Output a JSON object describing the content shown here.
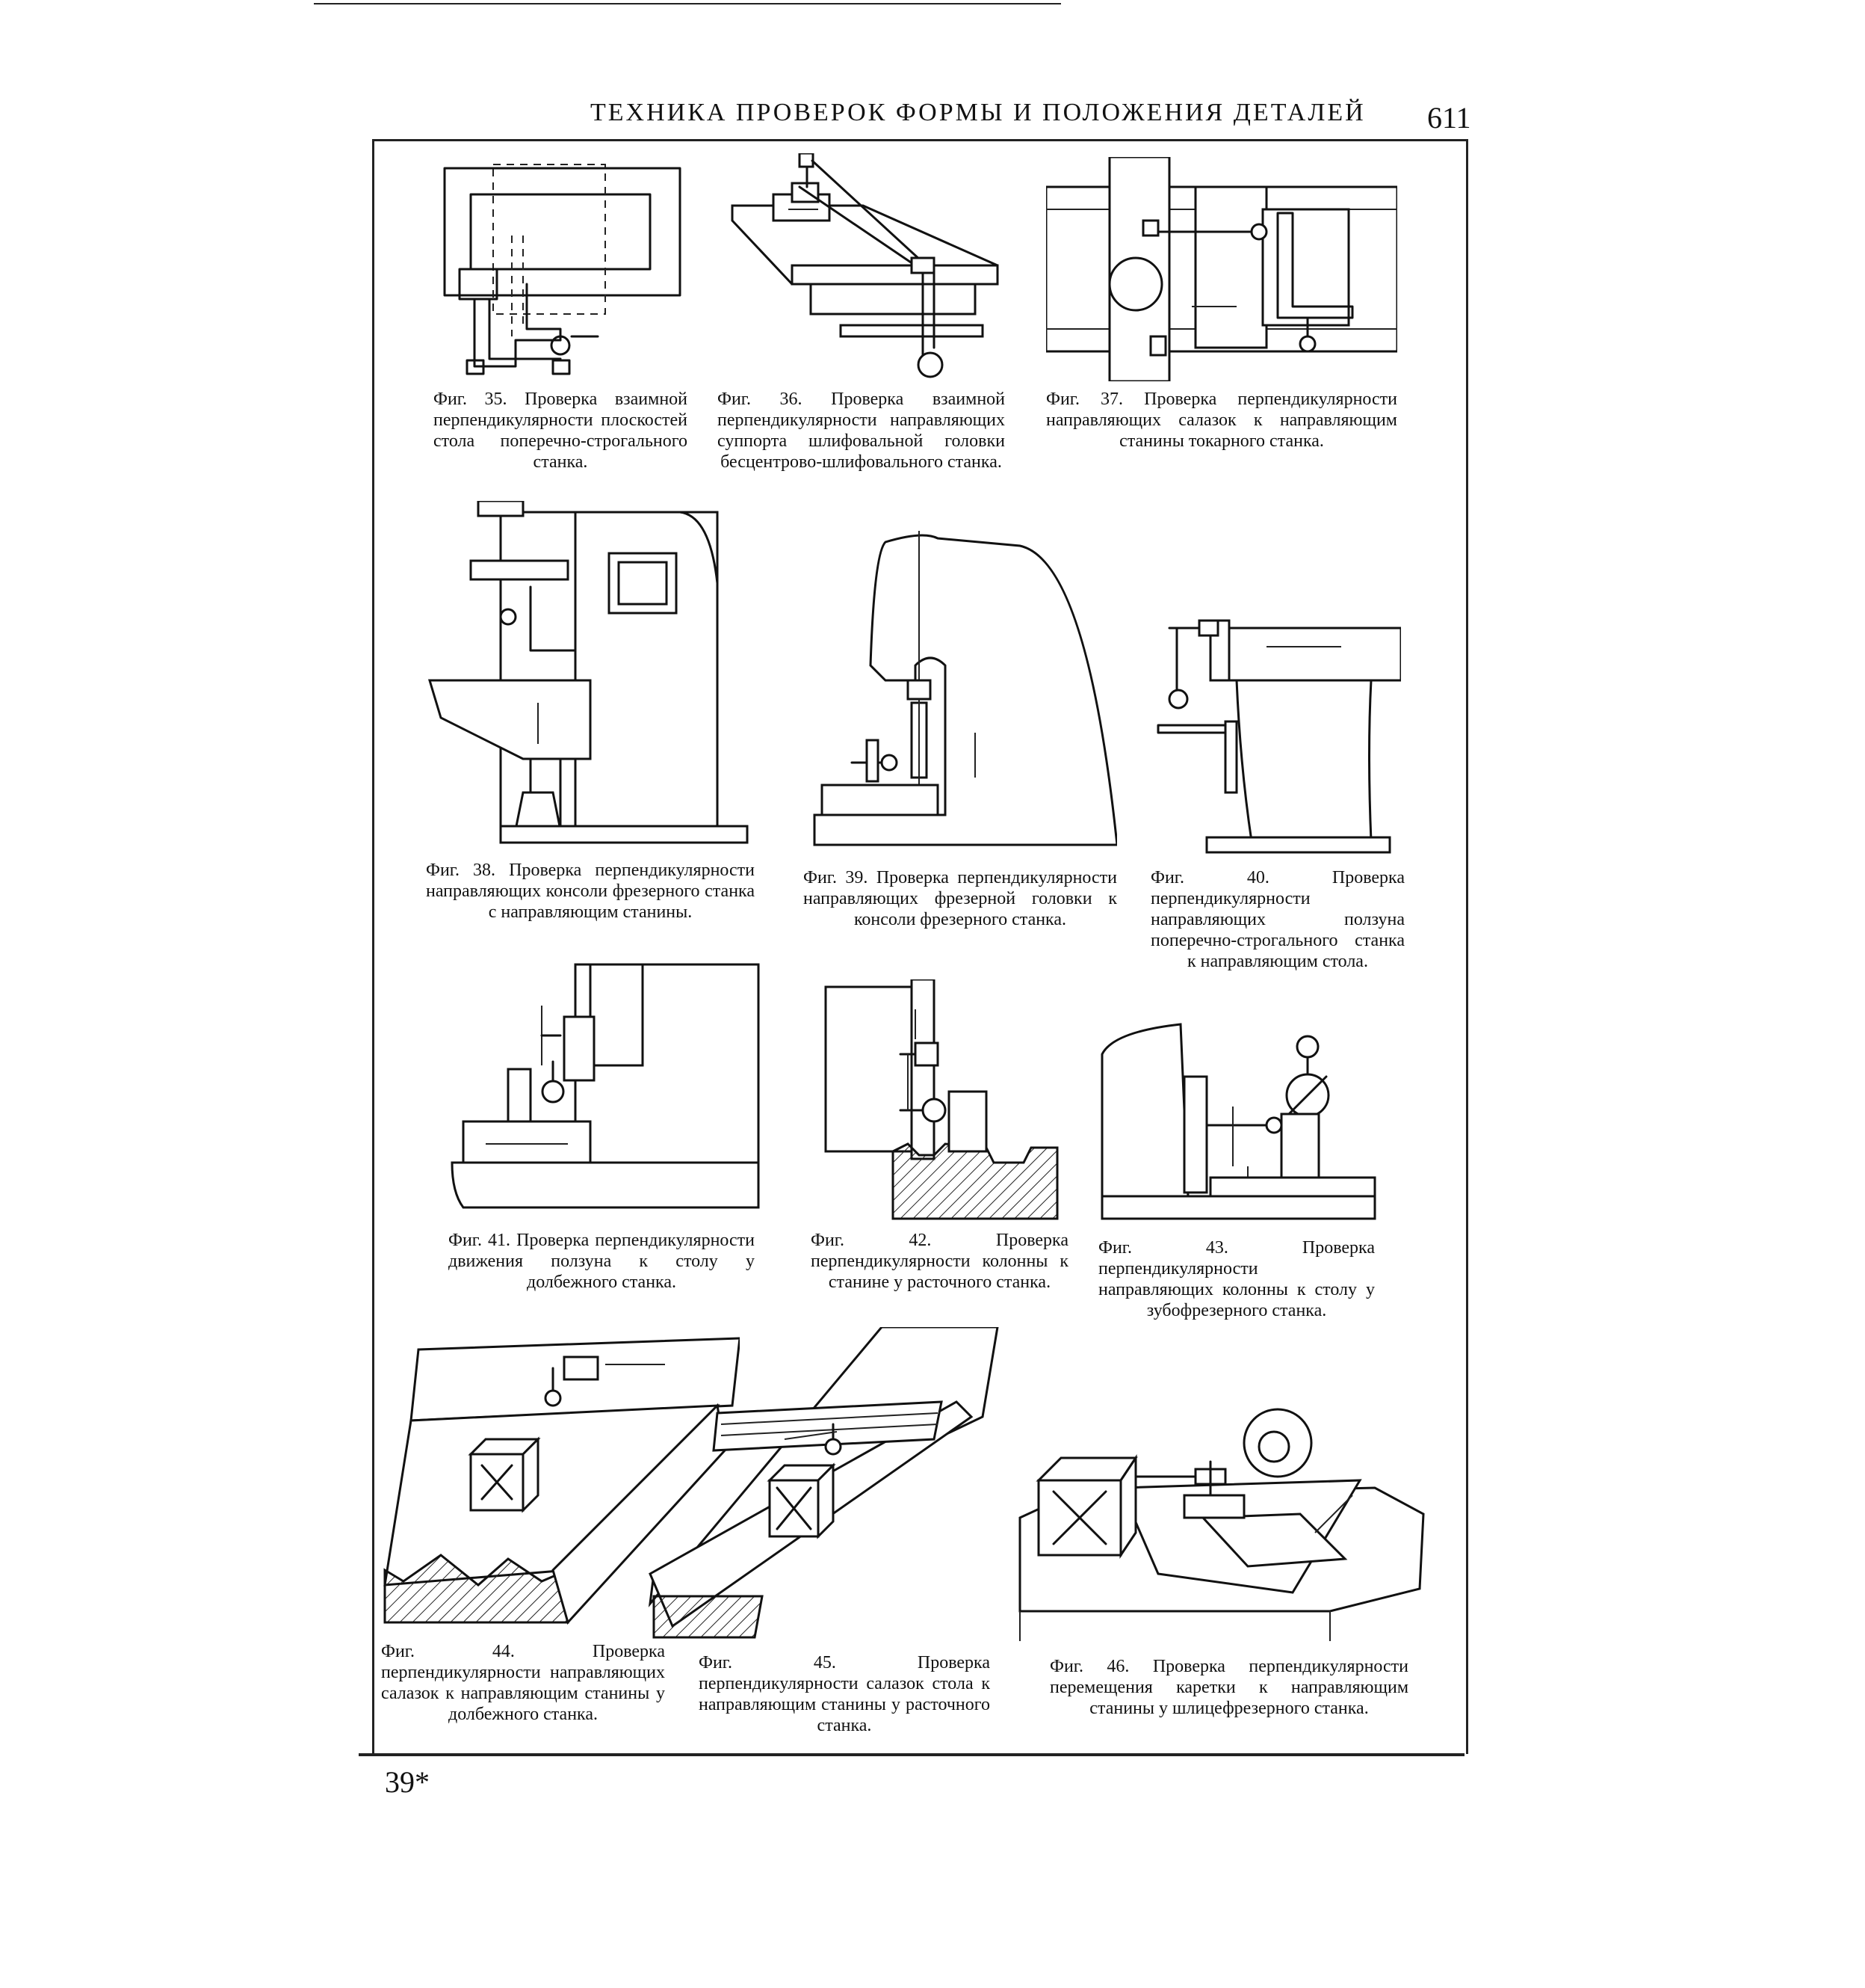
{
  "header": {
    "title": "ТЕХНИКА ПРОВЕРОК ФОРМЫ И ПОЛОЖЕНИЯ ДЕТАЛЕЙ",
    "page_number": "611"
  },
  "footer": {
    "signature": "39*"
  },
  "figures": [
    {
      "caption": "Фиг. 35. Проверка взаимной перпендикулярности плоскостей стола поперечно-строгального станка."
    },
    {
      "caption": "Фиг. 36. Проверка взаимной перпендикулярности направляющих суппорта шлифовальной головки бесцентрово-шлифовального станка."
    },
    {
      "caption": "Фиг. 37. Проверка перпендикулярности направляющих салазок к направляющим станины токарного станка."
    },
    {
      "caption": "Фиг. 38. Проверка перпендикулярности направляющих консоли фрезерного станка с направляющим станины."
    },
    {
      "caption": "Фиг. 39. Проверка перпендикулярности направляющих фрезерной головки к консоли фрезерного станка."
    },
    {
      "caption": "Фиг. 40. Проверка перпендикулярности направляющих ползуна поперечно-строгального станка к направляющим стола."
    },
    {
      "caption": "Фиг. 41. Проверка перпендикулярности движения ползуна к столу у долбежного станка."
    },
    {
      "caption": "Фиг. 42. Проверка перпендикулярности колонны к станине у расточного станка."
    },
    {
      "caption": "Фиг. 43. Проверка перпендикулярности направляющих колонны к столу у зубофрезерного станка."
    },
    {
      "caption": "Фиг. 44. Проверка перпендикулярности направляющих салазок к направляющим станины у долбежного станка."
    },
    {
      "caption": "Фиг. 45. Проверка перпендикулярности салазок стола к направляющим станины у расточного станка."
    },
    {
      "caption": "Фиг. 46. Проверка перпендикулярности перемещения каретки к направляющим станины у шлицефрезерного станка."
    }
  ]
}
